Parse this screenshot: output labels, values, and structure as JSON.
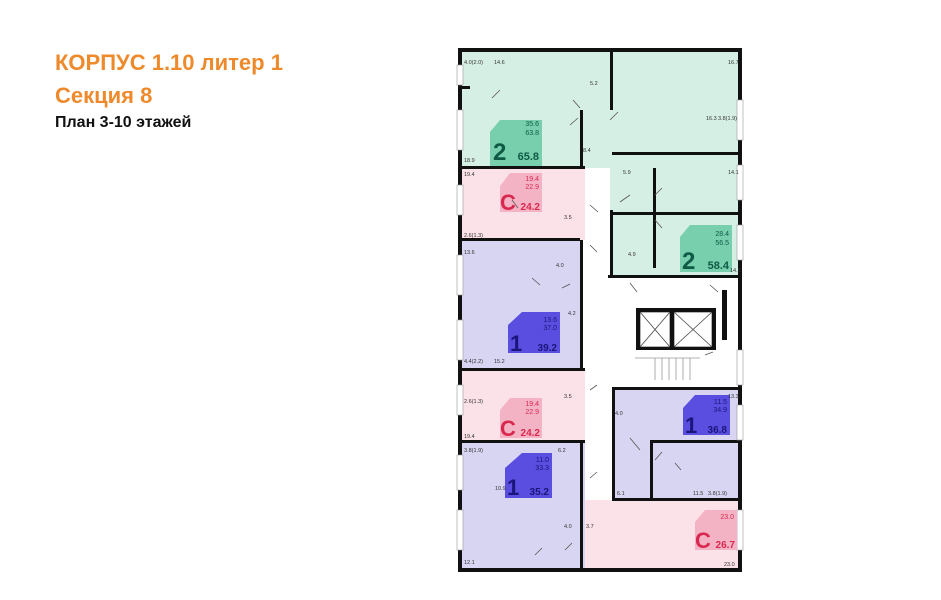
{
  "header": {
    "title": "КОРПУС 1.10 литер 1",
    "section": "Секция 8",
    "subtitle": "План 3-10 этажей"
  },
  "colors": {
    "accent_orange": "#ee8a2b",
    "two_room_fill": "#d6efe5",
    "two_room_badge": "#77cfae",
    "two_room_text": "#0e5a44",
    "studio_fill": "#fbe1e8",
    "studio_badge": "#f3b3c5",
    "studio_text": "#d9284f",
    "one_room_fill": "#d8d5f3",
    "one_room_badge": "#5a4ee0",
    "one_room_text": "#1a157a",
    "wall": "#111111"
  },
  "apartments": [
    {
      "id": "apt-2a",
      "type": "2",
      "living": "35.6",
      "total": "63.8",
      "area_with_balcony": "65.8",
      "rooms": [
        "14.6",
        "18.9",
        "5.2",
        "8.4",
        "4.0(2.0)"
      ]
    },
    {
      "id": "apt-studio-a",
      "type": "C",
      "living": "19.4",
      "total": "22.9",
      "area_with_balcony": "24.2",
      "rooms": [
        "19.4",
        "3.5",
        "2.6(1.3)"
      ]
    },
    {
      "id": "apt-1a",
      "type": "1",
      "living": "13.6",
      "total": "37.0",
      "area_with_balcony": "39.2",
      "rooms": [
        "13.6",
        "4.0",
        "4.2",
        "15.2",
        "4.4(2.2)"
      ]
    },
    {
      "id": "apt-studio-b",
      "type": "C",
      "living": "19.4",
      "total": "22.9",
      "area_with_balcony": "24.2",
      "rooms": [
        "19.4",
        "3.5",
        "2.6(1.3)"
      ]
    },
    {
      "id": "apt-1b",
      "type": "1",
      "living": "11.0",
      "total": "33.3",
      "area_with_balcony": "35.2",
      "rooms": [
        "6.2",
        "10.9",
        "3.8(1.9)",
        "12.1",
        "4.0"
      ]
    },
    {
      "id": "apt-2b",
      "type": "2",
      "living": "28.4",
      "total": "56.5",
      "area_with_balcony": "58.4",
      "rooms": [
        "16.7",
        "16.3",
        "3.8(1.9)",
        "14.1",
        "14.3",
        "5.9",
        "4.9"
      ]
    },
    {
      "id": "apt-1c",
      "type": "1",
      "living": "11.5",
      "total": "34.9",
      "area_with_balcony": "36.8",
      "rooms": [
        "13.3",
        "4.0",
        "6.1",
        "11.5",
        "3.8(1.9)"
      ]
    },
    {
      "id": "apt-studio-c",
      "type": "C",
      "living": "23.0",
      "total": "23.0",
      "area_with_balcony": "26.7",
      "rooms": [
        "23.0",
        "3.7"
      ]
    }
  ],
  "labels": {
    "a2a_living": "35.6",
    "a2a_total": "63.8",
    "a2a_type": "2",
    "a2a_area": "65.8",
    "a2a_r1": "4.0(2.0)",
    "a2a_r2": "14.6",
    "a2a_r3": "5.2",
    "a2a_r4": "18.9",
    "a2a_r5": "8.4",
    "a2b_r1": "16.7",
    "a2b_r2": "16.3",
    "a2b_r3": "3.8(1.9)",
    "a2b_r4": "14.1",
    "a2b_r5": "5.9",
    "a2b_r6": "4.9",
    "a2b_r7": "14.3",
    "a2b_living": "28.4",
    "a2b_total": "56.5",
    "a2b_type": "2",
    "a2b_area": "58.4",
    "sa_r1": "19.4",
    "sa_living": "19.4",
    "sa_total": "22.9",
    "sa_type": "C",
    "sa_area": "24.2",
    "sa_r2": "3.5",
    "sa_r3": "2.6(1.3)",
    "a1a_r1": "13.6",
    "a1a_r2": "4.0",
    "a1a_r3": "4.2",
    "a1a_living": "13.6",
    "a1a_total": "37.0",
    "a1a_type": "1",
    "a1a_area": "39.2",
    "a1a_r4": "4.4(2.2)",
    "a1a_r5": "15.2",
    "sb_r1": "2.6(1.3)",
    "sb_r2": "3.5",
    "sb_living": "19.4",
    "sb_total": "22.9",
    "sb_type": "C",
    "sb_area": "24.2",
    "sb_r3": "19.4",
    "a1b_r1": "3.8(1.9)",
    "a1b_r2": "6.2",
    "a1b_living": "11.0",
    "a1b_total": "33.3",
    "a1b_type": "1",
    "a1b_area": "35.2",
    "a1b_r3": "10.9",
    "a1b_r4": "12.1",
    "a1b_r5": "4.0",
    "a1c_r1": "4.0",
    "a1c_r2": "13.3",
    "a1c_living": "11.5",
    "a1c_total": "34.9",
    "a1c_type": "1",
    "a1c_area": "36.8",
    "a1c_r3": "6.1",
    "a1c_r4": "11.5",
    "a1c_r5": "3.8(1.9)",
    "sc_r1": "3.7",
    "sc_living": "23.0",
    "sc_total": "23.0",
    "sc_type": "C",
    "sc_area": "26.7",
    "sc_r2": "23.0"
  }
}
